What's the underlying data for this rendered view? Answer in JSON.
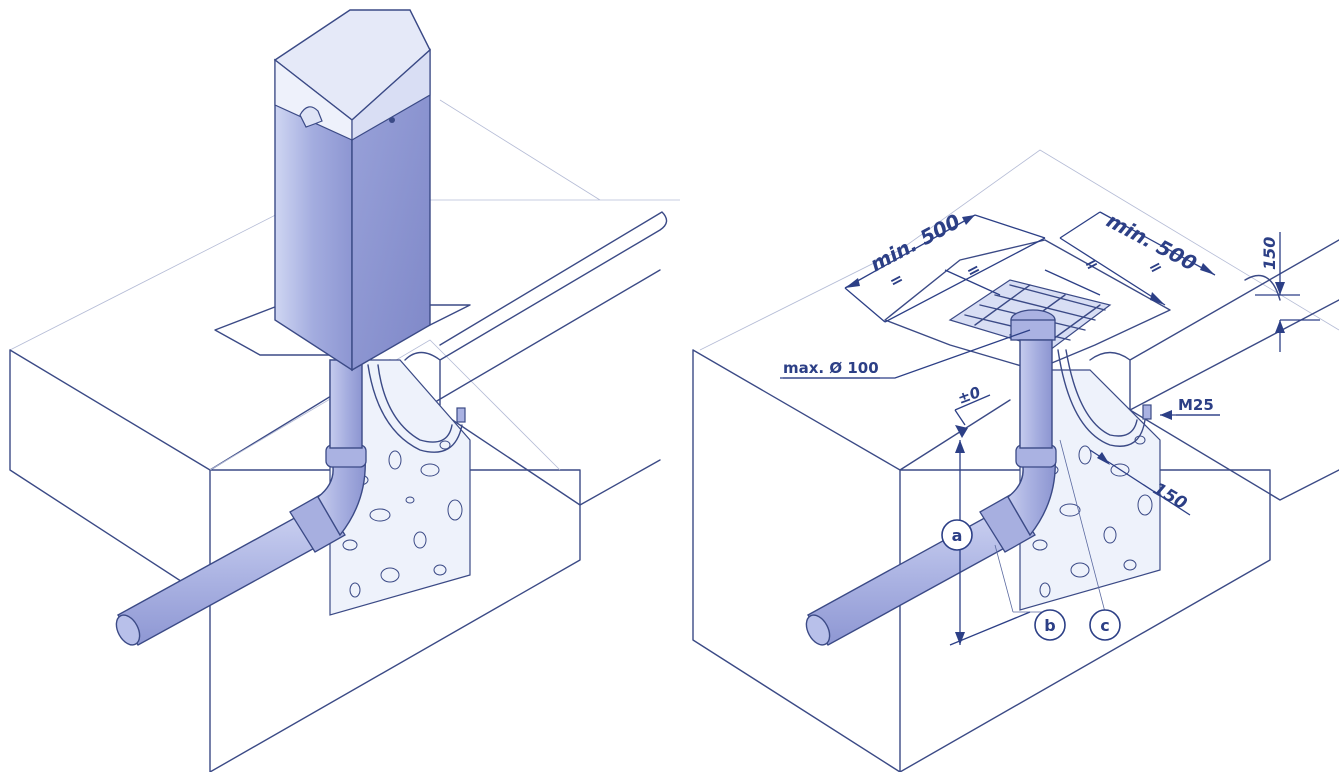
{
  "left_figure": {
    "description_labels": []
  },
  "right_figure": {
    "dimensions": {
      "min_width_left": "min. 500",
      "min_width_right": "min. 500",
      "equal_mark_1": "=",
      "equal_mark_2": "=",
      "equal_mark_3": "=",
      "equal_mark_4": "=",
      "height_150_top": "150",
      "depth_150": "150",
      "level_zero": "±0",
      "max_diameter": "max. Ø 100",
      "bolt": "M25"
    },
    "callouts": {
      "a": "a",
      "b": "b",
      "c": "c"
    }
  },
  "colors": {
    "line": "#3b4a86",
    "dimension": "#2c3f86",
    "fill_light": "#dfe5f6",
    "fill_mid": "#b4bde6",
    "fill_dark": "#8892cf"
  }
}
